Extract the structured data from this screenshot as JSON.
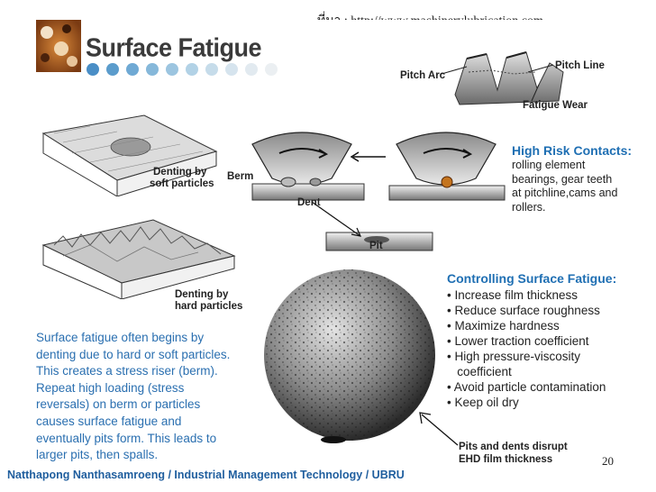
{
  "source_line": "ที่มา : http://www.machinerylubrication.com",
  "slide": {
    "title": "Surface Fatigue",
    "dot_colors": [
      "#4a8ec6",
      "#5b9ccc",
      "#6fa9d4",
      "#86b8da",
      "#9cc5e0",
      "#b2d2e6",
      "#c6dcea",
      "#d6e4ee",
      "#e2eaf0",
      "#ebeff2"
    ]
  },
  "labels": {
    "pitch_arc": "Pitch Arc",
    "pitch_line": "Pitch Line",
    "fatigue_wear": "Fatigue Wear",
    "denting_soft_1": "Denting by",
    "denting_soft_2": "soft particles",
    "berm": "Berm",
    "dent": "Dent",
    "pit": "Pit",
    "denting_hard_1": "Denting by",
    "denting_hard_2": "hard particles",
    "pits_dents_1": "Pits and dents disrupt",
    "pits_dents_2": "EHD film thickness"
  },
  "high_risk": {
    "title": "High Risk Contacts:",
    "lines": [
      "rolling element",
      "bearings, gear teeth",
      "at pitchline,cams and",
      "rollers."
    ]
  },
  "controlling": {
    "title": "Controlling Surface Fatigue:",
    "items": [
      "• Increase film thickness",
      "• Reduce surface roughness",
      "• Maximize hardness",
      "• Lower traction coefficient",
      "• High pressure-viscosity",
      "   coefficient",
      "• Avoid particle contamination",
      "• Keep oil dry"
    ]
  },
  "paragraph": [
    "Surface fatigue often begins by",
    "denting due to hard or soft particles.",
    "This creates a stress riser (berm).",
    "Repeat high loading (stress",
    "reversals) on berm or particles",
    "causes surface fatigue and",
    "eventually pits form. This leads to",
    "larger pits, then spalls."
  ],
  "page_number": "20",
  "footer": "Natthapong Nanthasamroeng / Industrial Management Technology / UBRU"
}
